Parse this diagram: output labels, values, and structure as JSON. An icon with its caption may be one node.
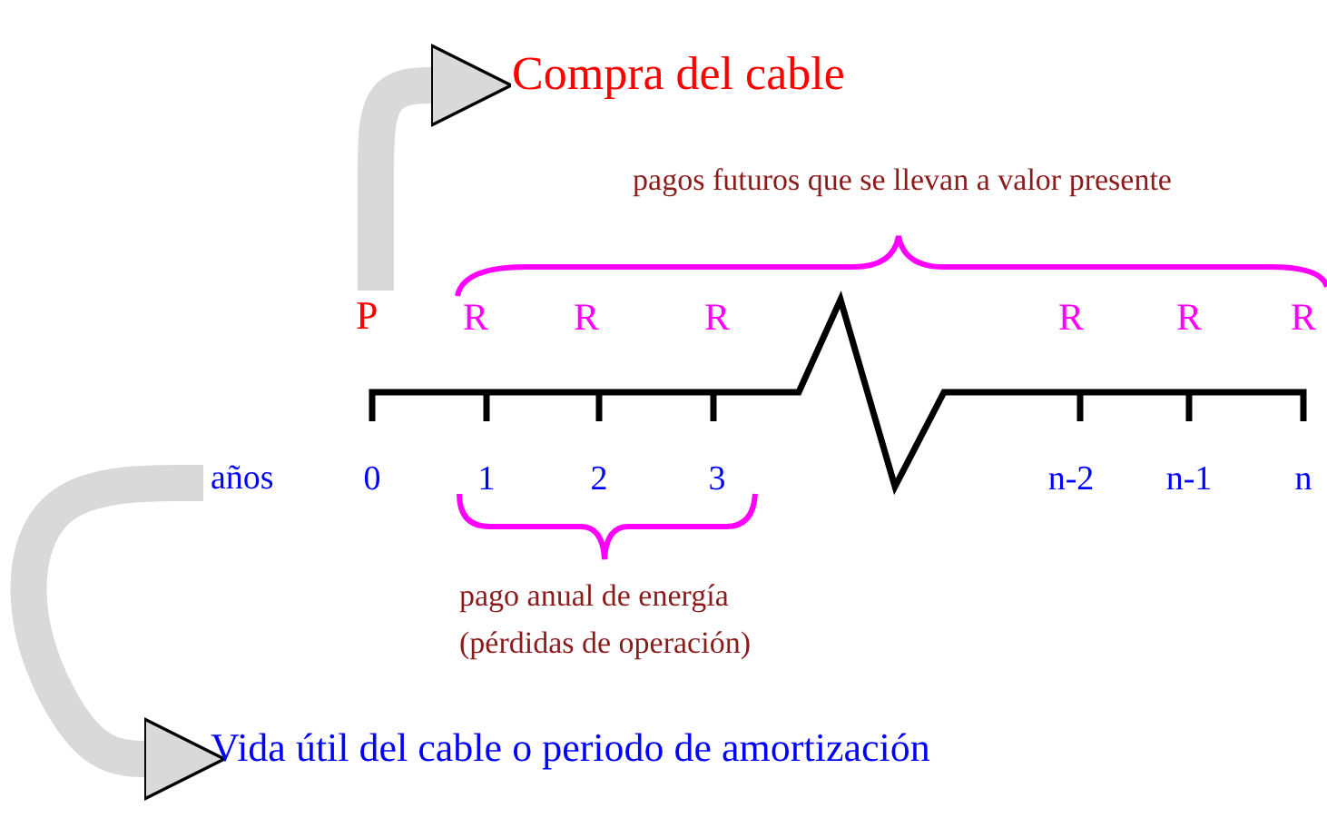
{
  "diagram": {
    "nodes": [
      {
        "text": [
          "P"
        ]
      },
      {
        "text": [
          "Compra del cable"
        ]
      },
      {
        "text": [
          "años"
        ]
      },
      {
        "text": [
          "Vida útil del cable o periodo de amortización"
        ]
      }
    ],
    "edges": [
      {
        "from": 0,
        "to": 1,
        "arrow": "to"
      },
      {
        "from": 2,
        "to": 3,
        "arrow": "to"
      }
    ],
    "labels": [
      "pagos futuros que se llevan a valor presente",
      "R",
      "R",
      "R",
      "R",
      "R",
      "R",
      "0",
      "1",
      "2",
      "3",
      "n-2",
      "n-1",
      "n",
      "pago anual de energía (pérdidas de operación)"
    ]
  }
}
